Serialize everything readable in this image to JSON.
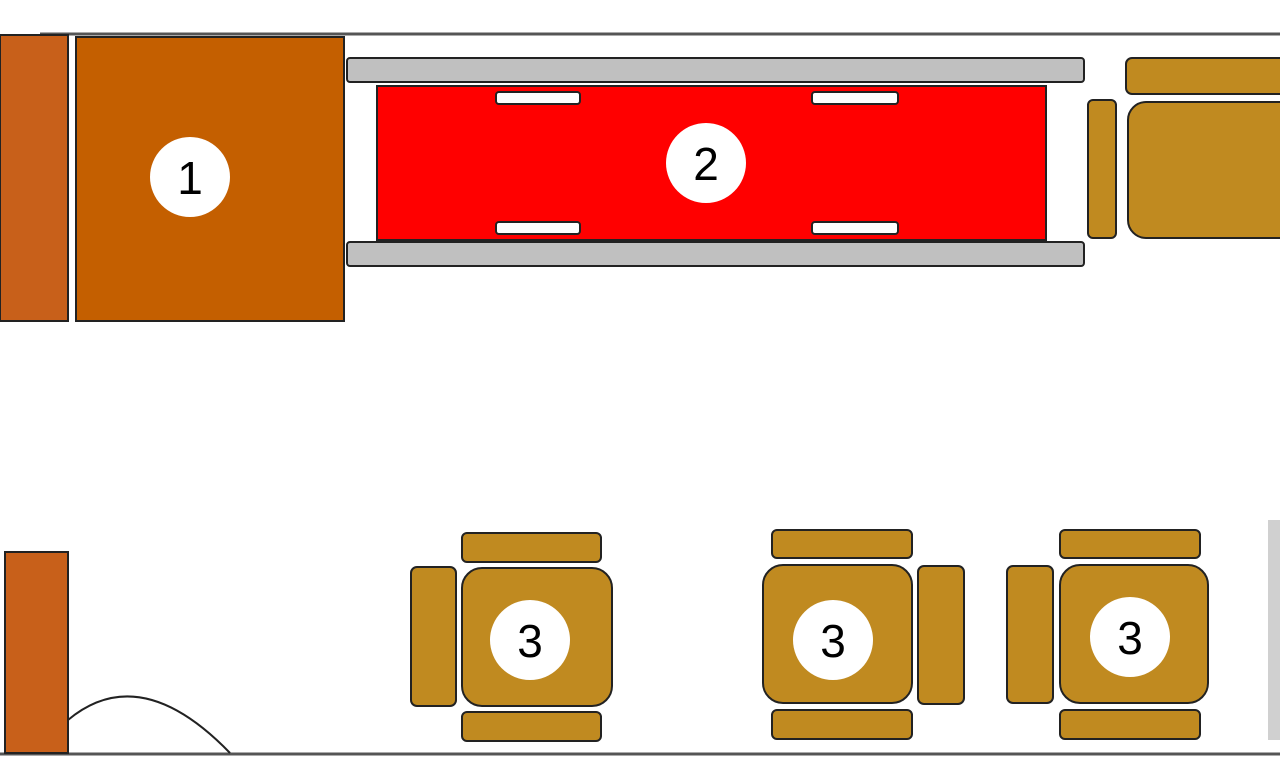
{
  "labels": {
    "item1": "1",
    "item2": "2",
    "item3a": "3",
    "item3b": "3",
    "item3c": "3"
  },
  "colors": {
    "wood_dark": "#C45F00",
    "wood_side": "#C8601A",
    "red": "#FF0000",
    "rail_gray": "#C0C0C0",
    "chair_gold": "#C08A20",
    "wall": "#555555"
  }
}
